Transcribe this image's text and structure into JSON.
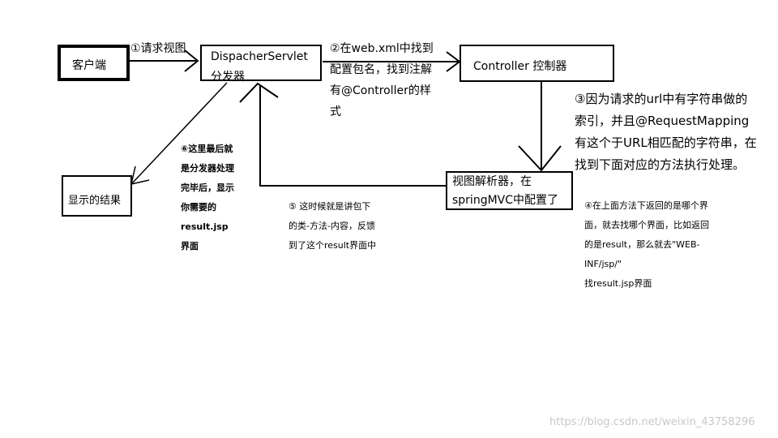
{
  "nodes": {
    "client": "客户端",
    "dispatcher_line1": "DispacherServlet",
    "dispatcher_line2": "分发器",
    "controller": "Controller 控制器",
    "view_resolver_line1": "视图解析器，在",
    "view_resolver_line2": "springMVC中配置了",
    "result": "显示的结果"
  },
  "steps": {
    "s1": "①请求视图",
    "s2": "②在web.xml中找到\n配置包名，找到注解\n有@Controller的样\n式",
    "s3": "③因为请求的url中有字符串做的\n索引，并且@RequestMapping\n有这个于URL相匹配的字符串，在\n找到下面对应的方法执行处理。",
    "s4": "④在上面方法下返回的是哪个界\n面，就去找哪个界面，比如返回\n的是result，那么就去\"WEB-\nINF/jsp/\"\n找result.jsp界面",
    "s5": "⑤ 这时候就是讲包下\n的类-方法-内容，反馈\n到了这个result界面中",
    "s6": "⑥这里最后就\n是分发器处理\n完毕后，显示\n你需要的\nresult.jsp\n界面"
  },
  "watermark": "https://blog.csdn.net/weixin_43758296"
}
